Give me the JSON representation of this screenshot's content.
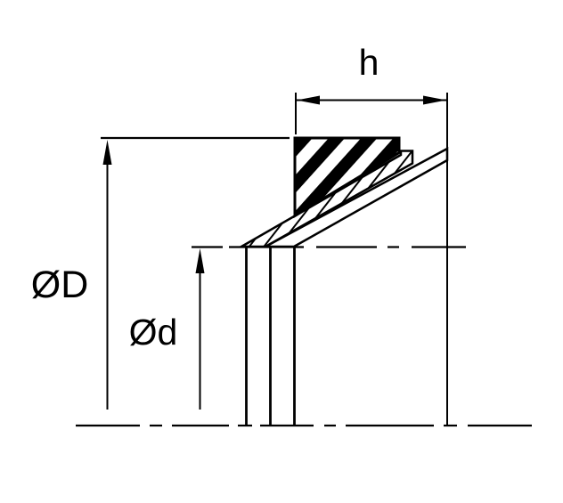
{
  "diagram": {
    "kind": "technical-drawing",
    "subject": "wiper-seal-cross-section",
    "colors": {
      "line": "#000000",
      "background": "#ffffff"
    },
    "labels": {
      "height": "h",
      "outer_diameter": "ØD",
      "inner_diameter": "Ød"
    }
  }
}
